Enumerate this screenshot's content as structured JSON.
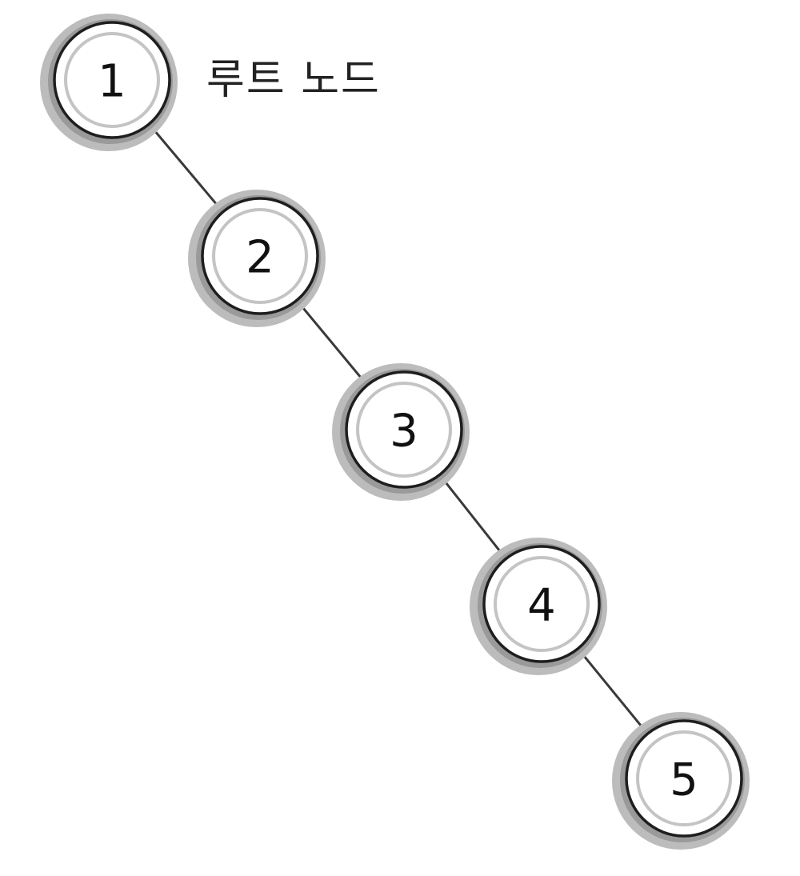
{
  "diagram": {
    "root_label": "루트 노드",
    "nodes": [
      {
        "id": "1",
        "label": "1"
      },
      {
        "id": "2",
        "label": "2"
      },
      {
        "id": "3",
        "label": "3"
      },
      {
        "id": "4",
        "label": "4"
      },
      {
        "id": "5",
        "label": "5"
      }
    ],
    "edges": [
      {
        "from": "1",
        "to": "2"
      },
      {
        "from": "2",
        "to": "3"
      },
      {
        "from": "3",
        "to": "4"
      },
      {
        "from": "4",
        "to": "5"
      }
    ],
    "colors": {
      "edge": "#3a3a3a",
      "node_border": "#1e1e1e",
      "node_ring": "#c4c4c4",
      "node_shadow": "#bcbcbc"
    }
  }
}
